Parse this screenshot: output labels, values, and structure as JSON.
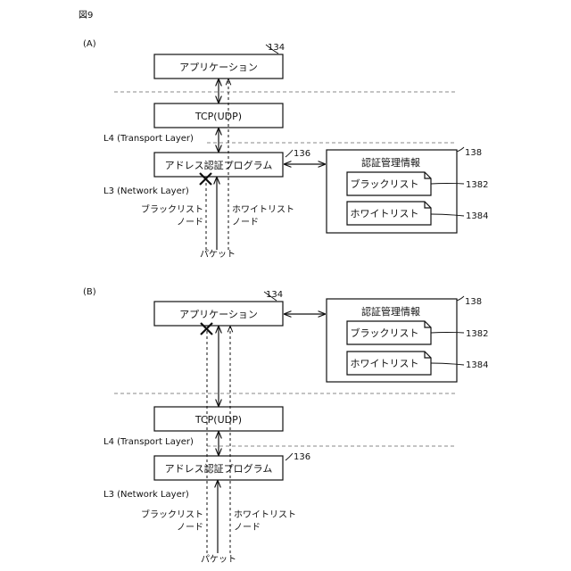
{
  "figure_label": "図9",
  "panels": [
    {
      "label": "(A)",
      "application": "アプリケーション",
      "application_ref": "134",
      "tcp": "TCP(UDP)",
      "l4_label": "L4 (Transport Layer)",
      "auth_program": "アドレス認証プログラム",
      "auth_program_ref": "136",
      "l3_label": "L3 (Network Layer)",
      "auth_info": "認証管理情報",
      "auth_info_ref": "138",
      "blacklist": "ブラックリスト",
      "blacklist_ref": "1382",
      "whitelist": "ホワイトリスト",
      "whitelist_ref": "1384",
      "blacklist_node_line1": "ブラックリスト",
      "blacklist_node_line2": "ノード",
      "whitelist_node_line1": "ホワイトリスト",
      "whitelist_node_line2": "ノード",
      "packet": "パケット",
      "blocked_at": "アドレス認証プログラム"
    },
    {
      "label": "(B)",
      "application": "アプリケーション",
      "application_ref": "134",
      "tcp": "TCP(UDP)",
      "l4_label": "L4 (Transport Layer)",
      "auth_program": "アドレス認証プログラム",
      "auth_program_ref": "136",
      "l3_label": "L3 (Network Layer)",
      "auth_info": "認証管理情報",
      "auth_info_ref": "138",
      "blacklist": "ブラックリスト",
      "blacklist_ref": "1382",
      "whitelist": "ホワイトリスト",
      "whitelist_ref": "1384",
      "blacklist_node_line1": "ブラックリスト",
      "blacklist_node_line2": "ノード",
      "whitelist_node_line1": "ホワイトリスト",
      "whitelist_node_line2": "ノード",
      "packet": "パケット",
      "blocked_at": "アプリケーション"
    }
  ]
}
